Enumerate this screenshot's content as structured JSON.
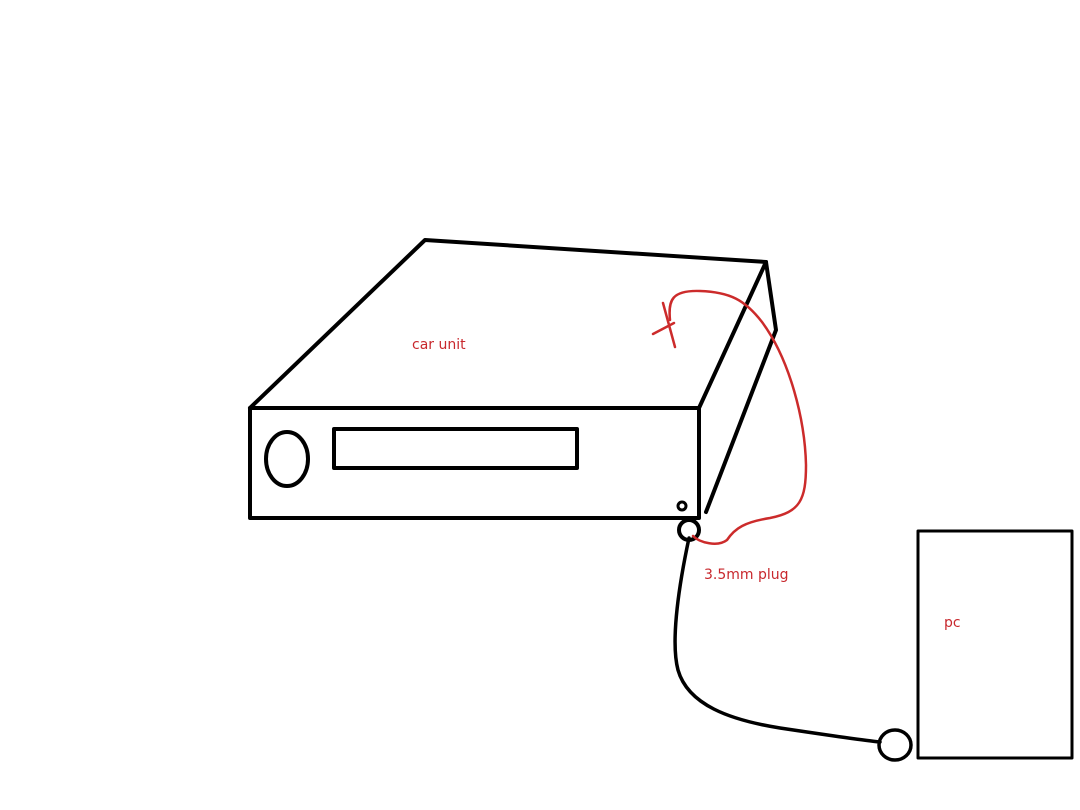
{
  "labels": {
    "car_unit": "car unit",
    "plug": "3.5mm plug",
    "pc": "pc"
  },
  "colors": {
    "ink": "#000000",
    "annotation": "#cc2b2b",
    "background": "#ffffff"
  }
}
